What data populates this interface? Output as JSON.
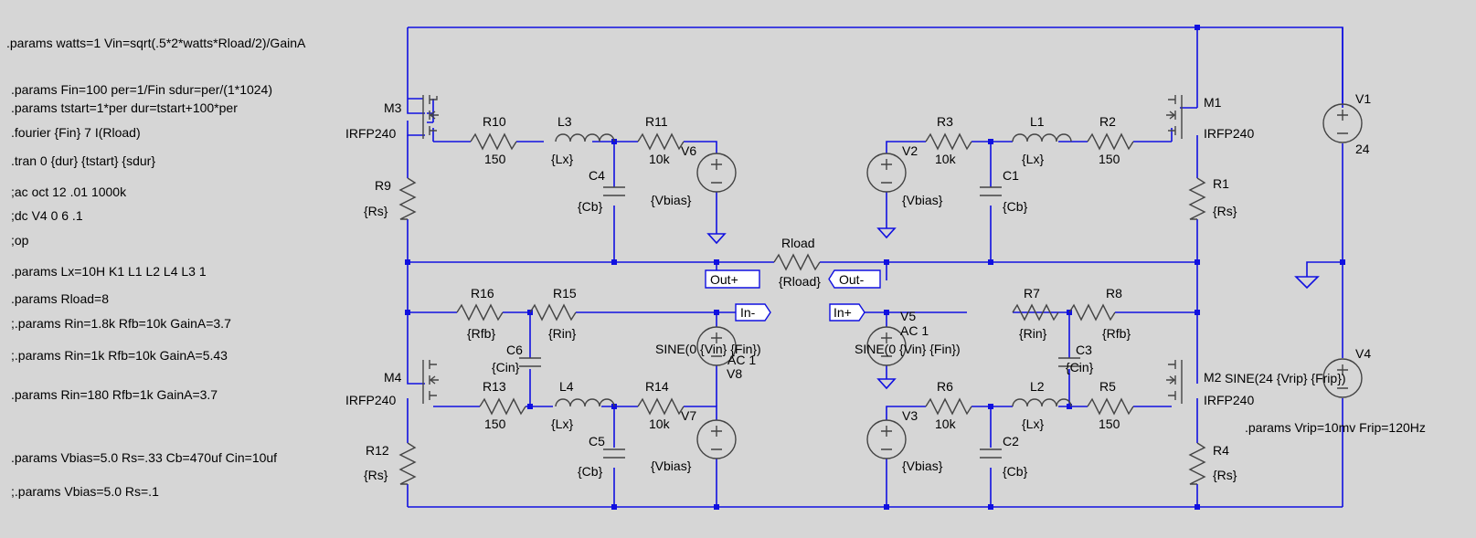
{
  "directives": [
    ".params watts=1 Vin=sqrt(.5*2*watts*Rload/2)/GainA",
    ".params Fin=100 per=1/Fin sdur=per/(1*1024)",
    ".params tstart=1*per dur=tstart+100*per",
    ".fourier {Fin} 7  I(Rload)",
    ".tran 0 {dur} {tstart} {sdur}",
    ";ac oct 12 .01 1000k",
    ";dc V4 0 6 .1",
    ";op",
    ".params Lx=10H K1 L1 L2 L4  L3 1",
    ".params Rload=8",
    ";.params Rin=1.8k Rfb=10k GainA=3.7",
    ";.params Rin=1k Rfb=10k GainA=5.43",
    ".params Rin=180 Rfb=1k GainA=3.7",
    ".params Vbias=5.0 Rs=.33 Cb=470uf Cin=10uf",
    ";.params Vbias=5.0  Rs=.1"
  ],
  "rip_directive": ".params Vrip=10mv Frip=120Hz",
  "components": {
    "M1": {
      "name": "M1",
      "value": "IRFP240"
    },
    "M2": {
      "name": "M2",
      "value": "IRFP240"
    },
    "M3": {
      "name": "M3",
      "value": "IRFP240"
    },
    "M4": {
      "name": "M4",
      "value": "IRFP240"
    },
    "R1": {
      "name": "R1",
      "value": "{Rs}"
    },
    "R2": {
      "name": "R2",
      "value": "150"
    },
    "R3": {
      "name": "R3",
      "value": "10k"
    },
    "R4": {
      "name": "R4",
      "value": "{Rs}"
    },
    "R5": {
      "name": "R5",
      "value": "150"
    },
    "R6": {
      "name": "R6",
      "value": "10k"
    },
    "R7": {
      "name": "R7",
      "value": "{Rin}"
    },
    "R8": {
      "name": "R8",
      "value": "{Rfb}"
    },
    "R9": {
      "name": "R9",
      "value": "{Rs}"
    },
    "R10": {
      "name": "R10",
      "value": "150"
    },
    "R11": {
      "name": "R11",
      "value": "10k"
    },
    "R12": {
      "name": "R12",
      "value": "{Rs}"
    },
    "R13": {
      "name": "R13",
      "value": "150"
    },
    "R14": {
      "name": "R14",
      "value": "10k"
    },
    "R15": {
      "name": "R15",
      "value": "{Rin}"
    },
    "R16": {
      "name": "R16",
      "value": "{Rfb}"
    },
    "Rload": {
      "name": "Rload",
      "value": "{Rload}"
    },
    "L1": {
      "name": "L1",
      "value": "{Lx}"
    },
    "L2": {
      "name": "L2",
      "value": "{Lx}"
    },
    "L3": {
      "name": "L3",
      "value": "{Lx}"
    },
    "L4": {
      "name": "L4",
      "value": "{Lx}"
    },
    "C1": {
      "name": "C1",
      "value": "{Cb}"
    },
    "C2": {
      "name": "C2",
      "value": "{Cb}"
    },
    "C3": {
      "name": "C3",
      "value": "{Cin}"
    },
    "C4": {
      "name": "C4",
      "value": "{Cb}"
    },
    "C5": {
      "name": "C5",
      "value": "{Cb}"
    },
    "C6": {
      "name": "C6",
      "value": "{Cin}"
    },
    "V1": {
      "name": "V1",
      "value": "24"
    },
    "V2": {
      "name": "V2",
      "value": "{Vbias}"
    },
    "V3": {
      "name": "V3",
      "value": "{Vbias}"
    },
    "V4": {
      "name": "V4",
      "value": "SINE(24 {Vrip} {Frip})"
    },
    "V5": {
      "name": "V5",
      "value": "SINE(0 {Vin} {Fin})",
      "ac": "AC 1"
    },
    "V6": {
      "name": "V6",
      "value": "{Vbias}"
    },
    "V7": {
      "name": "V7",
      "value": "{Vbias}"
    },
    "V8": {
      "name": "V8",
      "value": "SINE(0 {Vin} {Fin})",
      "ac": "AC 1"
    }
  },
  "net_labels": {
    "out_plus": "Out+",
    "out_minus": "Out-",
    "in_minus": "In-",
    "in_plus": "In+"
  },
  "colors": {
    "background": "#d6d6d6",
    "wire": "#1010e0",
    "component": "#444444",
    "text": "#000000"
  }
}
